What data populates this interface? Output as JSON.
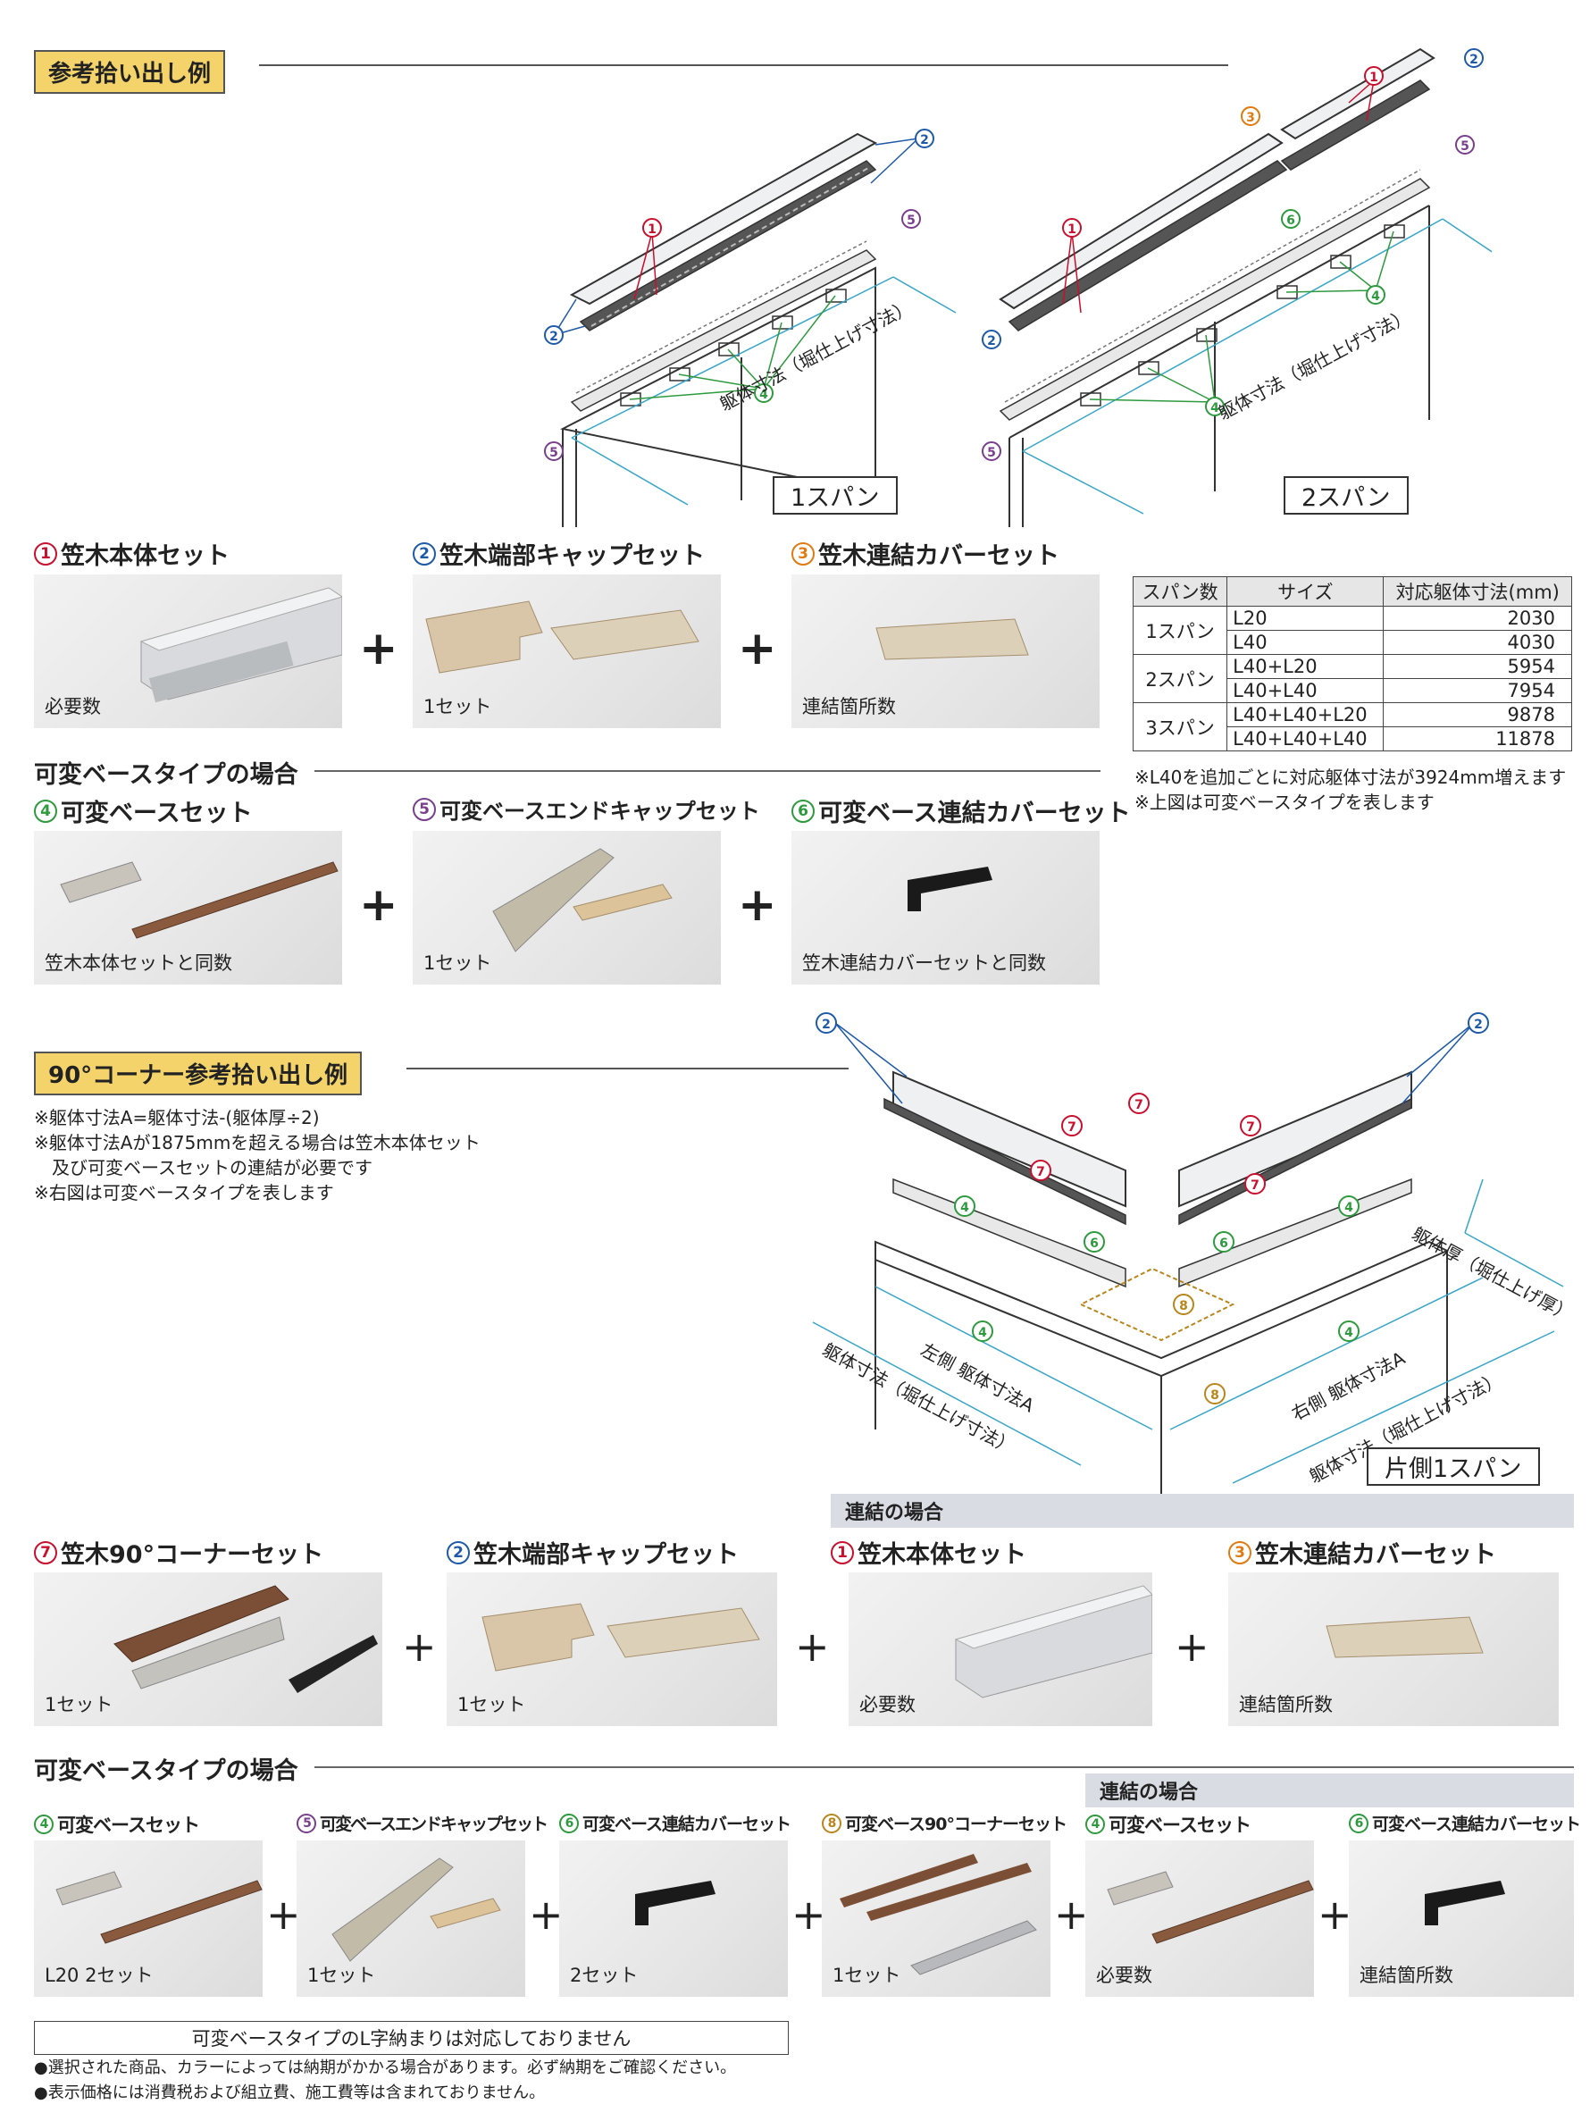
{
  "section1": {
    "title": "参考拾い出し例",
    "label_1span": "1スパン",
    "label_2span": "2スパン",
    "dim_label": "躯体寸法（堀仕上げ寸法）"
  },
  "row1": [
    {
      "num": "1",
      "title": "笠木本体セット",
      "caption": "必要数"
    },
    {
      "num": "2",
      "title": "笠木端部キャップセット",
      "caption": "1セット"
    },
    {
      "num": "3",
      "title": "笠木連結カバーセット",
      "caption": "連結箇所数"
    }
  ],
  "variable1": {
    "title": "可変ベースタイプの場合",
    "items": [
      {
        "num": "4",
        "title": "可変ベースセット",
        "caption": "笠木本体セットと同数"
      },
      {
        "num": "5",
        "title": "可変ベースエンドキャップセット",
        "caption": "1セット"
      },
      {
        "num": "6",
        "title": "可変ベース連結カバーセット",
        "caption": "笠木連結カバーセットと同数"
      }
    ]
  },
  "spec_table": {
    "headers": [
      "スパン数",
      "サイズ",
      "対応躯体寸法(mm)"
    ],
    "groups": [
      {
        "span": "1スパン",
        "rows": [
          [
            "L20",
            "2030"
          ],
          [
            "L40",
            "4030"
          ]
        ]
      },
      {
        "span": "2スパン",
        "rows": [
          [
            "L40+L20",
            "5954"
          ],
          [
            "L40+L40",
            "7954"
          ]
        ]
      },
      {
        "span": "3スパン",
        "rows": [
          [
            "L40+L40+L20",
            "9878"
          ],
          [
            "L40+L40+L40",
            "11878"
          ]
        ]
      }
    ],
    "notes": [
      "※L40を追加ごとに対応躯体寸法が3924mm増えます",
      "※上図は可変ベースタイプを表します"
    ]
  },
  "section2": {
    "title": "90°コーナー参考拾い出し例",
    "notes": [
      "※躯体寸法A=躯体寸法-(躯体厚÷2)",
      "※躯体寸法Aが1875mmを超える場合は笠木本体セット",
      "　及び可変ベースセットの連結が必要です",
      "※右図は可変ベースタイプを表します"
    ],
    "label_thickness": "躯体厚（堀仕上げ厚）",
    "label_left_a": "左側 躯体寸法A",
    "label_right_a": "右側 躯体寸法A",
    "label_dim_left": "躯体寸法（堀仕上げ寸法）",
    "label_dim_right": "躯体寸法（堀仕上げ寸法）",
    "one_side": "片側1スパン"
  },
  "link_label": "連結の場合",
  "row3": [
    {
      "num": "7",
      "title": "笠木90°コーナーセット",
      "caption": "1セット"
    },
    {
      "num": "2",
      "title": "笠木端部キャップセット",
      "caption": "1セット"
    },
    {
      "num": "1",
      "title": "笠木本体セット",
      "caption": "必要数"
    },
    {
      "num": "3",
      "title": "笠木連結カバーセット",
      "caption": "連結箇所数"
    }
  ],
  "variable2": {
    "title": "可変ベースタイプの場合",
    "items": [
      {
        "num": "4",
        "title": "可変ベースセット",
        "caption": "L20 2セット"
      },
      {
        "num": "5",
        "title": "可変ベースエンドキャップセット",
        "caption": "1セット"
      },
      {
        "num": "6",
        "title": "可変ベース連結カバーセット",
        "caption": "2セット"
      },
      {
        "num": "8",
        "title": "可変ベース90°コーナーセット",
        "caption": "1セット"
      },
      {
        "num": "4",
        "title": "可変ベースセット",
        "caption": "必要数"
      },
      {
        "num": "6",
        "title": "可変ベース連結カバーセット",
        "caption": "連結箇所数"
      }
    ]
  },
  "box_note": "可変ベースタイプのL字納まりは対応しておりません",
  "footnotes": [
    "●選択された商品、カラーによっては納期がかかる場合があります。必ず納期をご確認ください。",
    "●表示価格には消費税および組立費、施工費等は含まれておりません。"
  ]
}
